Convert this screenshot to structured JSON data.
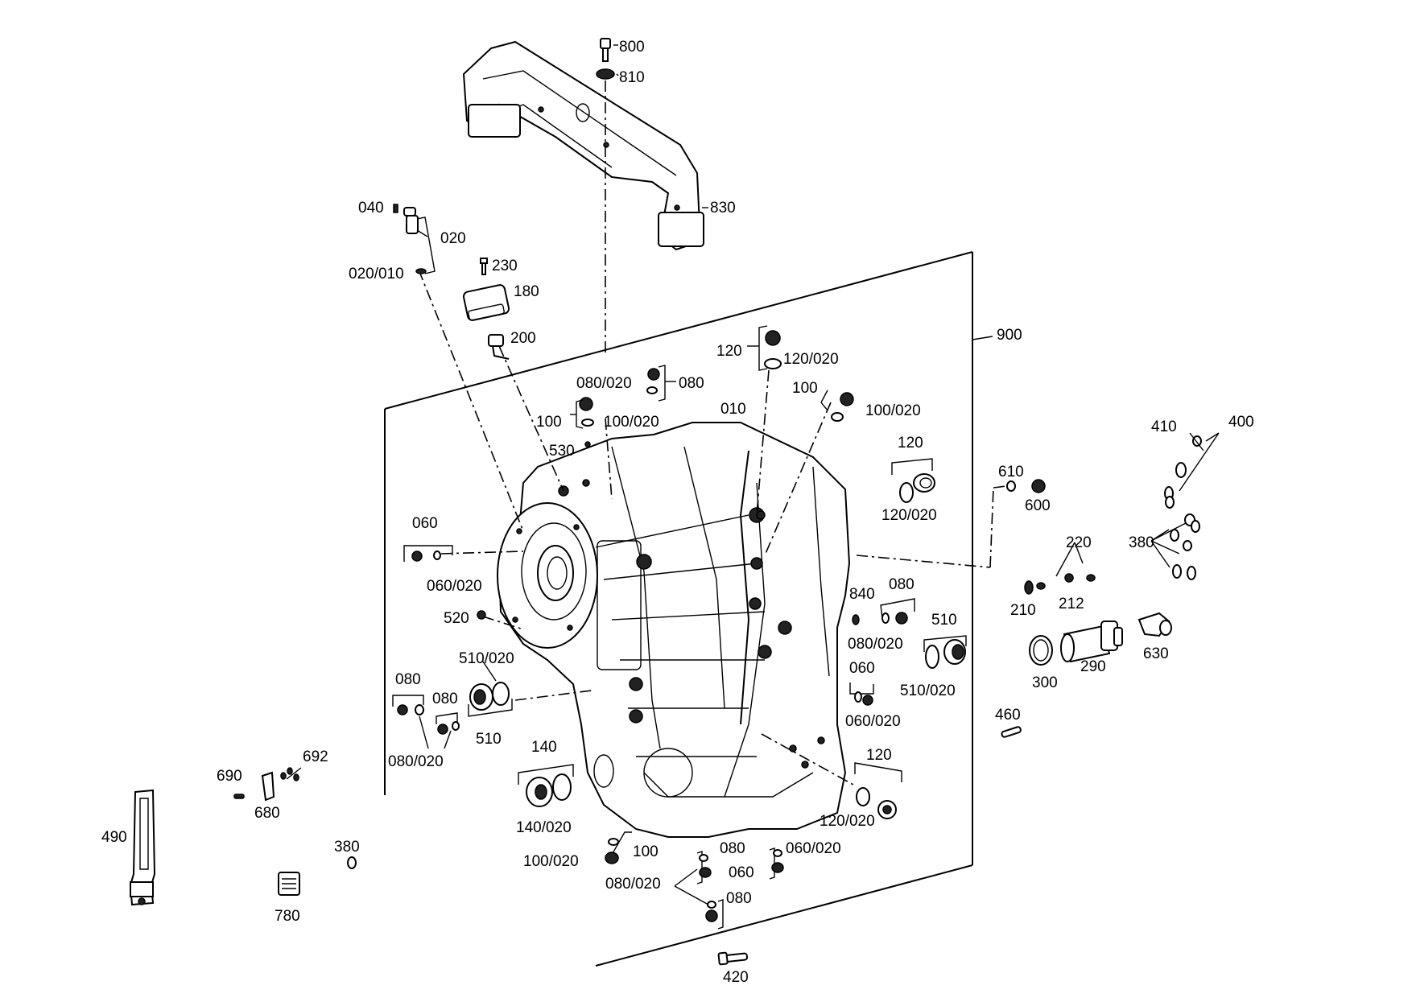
{
  "labels": {
    "p800": "800",
    "p810": "810",
    "p830": "830",
    "p040": "040",
    "p020": "020",
    "p020_010": "020/010",
    "p230": "230",
    "p180": "180",
    "p200": "200",
    "p900": "900",
    "p120_top": "120",
    "p120_020_top": "120/020",
    "p080_020_top": "080/020",
    "p080_top": "080",
    "p100_r": "100",
    "p100_020_r": "100/020",
    "p010": "010",
    "p100_l": "100",
    "p100_020_l": "100/020",
    "p530": "530",
    "p120_mr": "120",
    "p120_020_mr": "120/020",
    "p610": "610",
    "p600": "600",
    "p410": "410",
    "p400": "400",
    "p380_r": "380",
    "p220": "220",
    "p210": "210",
    "p212": "212",
    "p630": "630",
    "p300": "300",
    "p290": "290",
    "p060_l": "060",
    "p060_020_l": "060/020",
    "p520": "520",
    "p840": "840",
    "p080_r": "080",
    "p080_020_r": "080/020",
    "p510_r": "510",
    "p510_020_r": "510/020",
    "p060_r": "060",
    "p060_020_r": "060/020",
    "p460": "460",
    "p510_020_l": "510/020",
    "p510_l": "510",
    "p080_a": "080",
    "p080_b": "080",
    "p080_020_l": "080/020",
    "p140": "140",
    "p140_020": "140/020",
    "p120_br": "120",
    "p120_020_br": "120/020",
    "p100_b": "100",
    "p100_020_b": "100/020",
    "p080_bc1": "080",
    "p080_020_bc": "080/020",
    "p080_bc2": "080",
    "p060_020_bc": "060/020",
    "p060_bc": "060",
    "p692": "692",
    "p690": "690",
    "p680": "680",
    "p490": "490",
    "p380_l": "380",
    "p780": "780",
    "p420": "420"
  }
}
